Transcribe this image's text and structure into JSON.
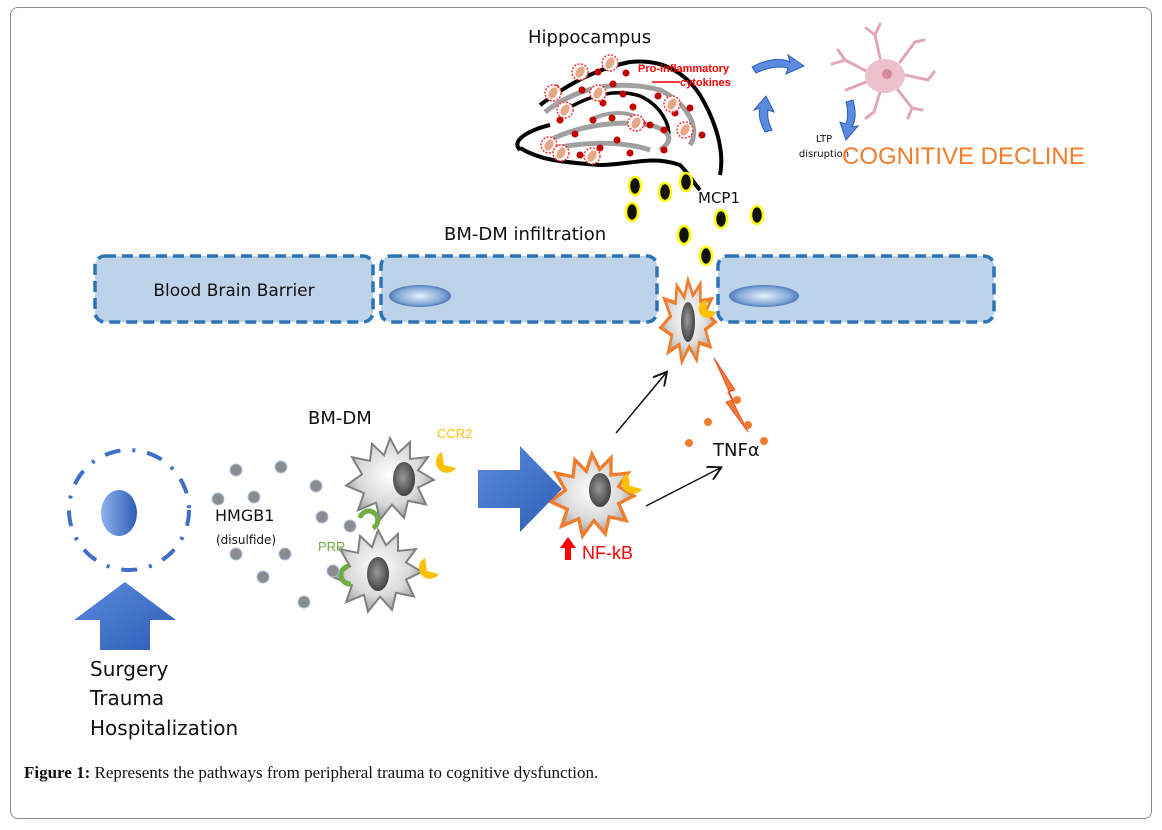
{
  "figure": {
    "caption_label": "Figure 1:",
    "caption_text": " Represents the pathways from peripheral trauma to cognitive dysfunction."
  },
  "labels": {
    "hippocampus": "Hippocampus",
    "pro_inflammatory_1": "Pro-inflammatory",
    "pro_inflammatory_2": "cytokines",
    "ltp_1": "LTP",
    "ltp_2": "disruption",
    "cognitive_decline": "COGNITIVE DECLINE",
    "mcp1": "MCP1",
    "bmdm_infiltration": "BM-DM infiltration",
    "blood_brain_barrier": "Blood Brain Barrier",
    "bmdm": "BM-DM",
    "ccr2": "CCR2",
    "hmgb1": "HMGB1",
    "disulfide": "(disulfide)",
    "prr": "PRR",
    "nfkb": "NF-kB",
    "tnfa": "TNFα",
    "triggers": [
      "Surgery",
      "Trauma",
      "Hospitalization"
    ]
  },
  "colors": {
    "barrier_fill": "#bcd3ea",
    "barrier_stroke": "#2e74b5",
    "arrow_blue": "#3f6fc8",
    "activated_outline": "#f07d2c",
    "ccr2": "#ffc000",
    "prr": "#70ad47",
    "red_text": "#ff0000",
    "orange_text": "#f07d2c",
    "mcp1_ring": "#ffff00",
    "neuron": "#e8b4c4"
  }
}
